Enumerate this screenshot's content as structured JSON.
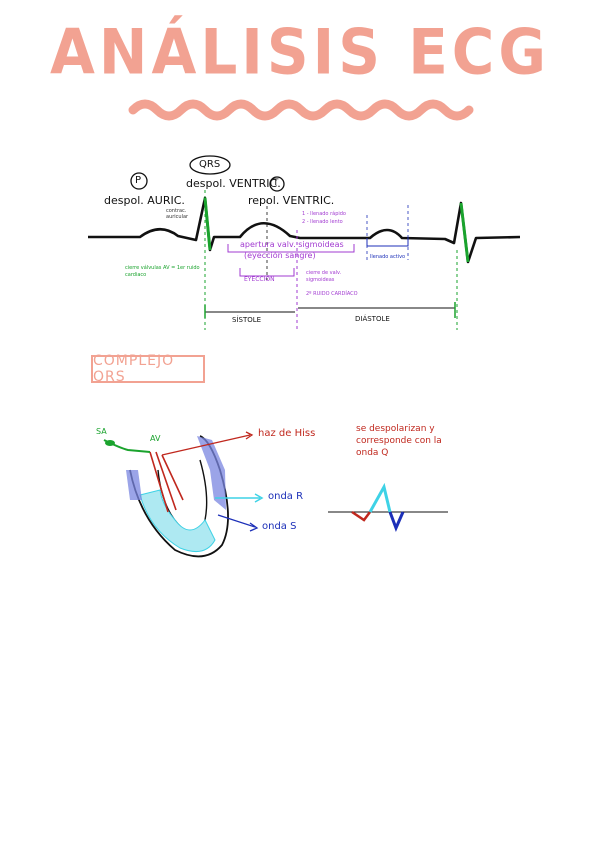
{
  "title": "ANÁLISIS ECG",
  "ecg": {
    "p_label": "P",
    "qrs_label": "QRS",
    "t_label": "T",
    "depol_auric": "despol. AURIC.",
    "depol_ventric": "despol. VENTRIC.",
    "repol_ventric": "repol. VENTRIC.",
    "contrac_auricular": "contrac. auricular",
    "apertura_valv": "apertura valv. sigmoideas",
    "eyeccion_sangre": "(eyección sangre)",
    "eyeccion": "EYECCIÓN",
    "cierre_valv_sigmoideas": "cierre de valv. sigmoideas",
    "segundo_ruido": "2º RUIDO CARDÍACO",
    "cierre_valv_av": "cierre válvulas AV = 1er ruido cardiaco",
    "llenado_rapido": "1 - llenado rápido",
    "llenado_lento": "2 - llenado lento",
    "llenado_activo": "llenado activo",
    "sistole": "SÍSTOLE",
    "diastole": "DIÁSTOLE"
  },
  "section": {
    "heading": "COMPLEJO QRS"
  },
  "qrs_diagram": {
    "sa_label": "SA",
    "av_label": "AV",
    "haz_de_hiss": "haz de Hiss",
    "despolarizacion_note": "se despolarizan y corresponde con la onda Q",
    "onda_r": "onda R",
    "onda_s": "onda S"
  },
  "colors": {
    "title": "#f2a292",
    "purple": "#a23bd1",
    "blue": "#1c2fb8",
    "green": "#1aa32d",
    "red": "#c0281e",
    "cyan": "#3ed2e6"
  }
}
